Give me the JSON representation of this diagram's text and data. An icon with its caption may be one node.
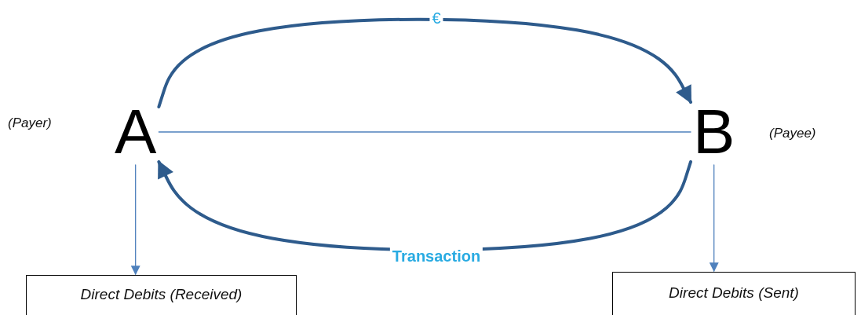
{
  "diagram": {
    "nodes": [
      {
        "text": [
          "A"
        ]
      },
      {
        "text": [
          "B"
        ],
        "beside": [
          "(Payee)"
        ]
      },
      {
        "text": [
          "Direct Debits (Received)"
        ]
      },
      {
        "text": [
          "Direct Debits (Sent)"
        ]
      }
    ],
    "edges": [
      {
        "from": 0,
        "to": 1,
        "arrow": "to",
        "label": "€",
        "style": "thick",
        "color": "#2e5b8c"
      },
      {
        "from": 0,
        "to": 1,
        "arrow": "none"
      },
      {
        "from": 1,
        "to": 0,
        "arrow": "to",
        "label": "Transaction",
        "style": "thick",
        "color": "#2e5b8c"
      },
      {
        "from": 0,
        "to": 2,
        "arrow": "to"
      },
      {
        "from": 1,
        "to": 3,
        "arrow": "to"
      }
    ],
    "labels": [
      "(Payer)"
    ]
  }
}
